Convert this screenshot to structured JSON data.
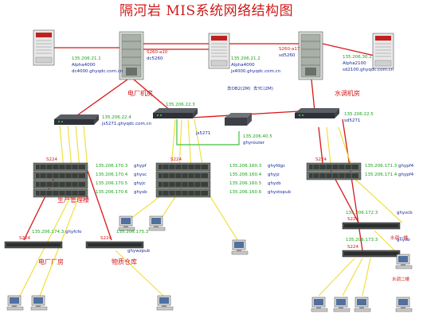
{
  "title": "隔河岩 MIS系统网络结构图",
  "rooms": {
    "power_room": "电厂机房",
    "hvac_room": "水调机房",
    "production_building": "生产管理楼",
    "plant_room": "电厂厂房",
    "warehouse": "物质仓库",
    "hvac_floor1": "水调一楼",
    "hvac_floor2": "水调二楼"
  },
  "servers": {
    "alpha1": {
      "ip": "135.206.21.1",
      "model": "Alpha4000",
      "host": "dc4000.ghyqdc.com.cn"
    },
    "s260_left": {
      "label": "S260-a10",
      "name": "dc5260"
    },
    "alpha2": {
      "ip": "135.206.21.2",
      "model": "Alpha4000",
      "host": "js4000.ghyqdc.com.cn"
    },
    "s260_right": {
      "label": "S260-a17",
      "name": "sd5260"
    },
    "alpha3": {
      "ip": "135.206.30.2",
      "model": "Alpha2100",
      "host": "sd2100.ghyqdc.com.cn"
    }
  },
  "switches": {
    "core_left": {
      "ip": "135.206.22.4",
      "name": "js5271.ghyqdc.com.cn"
    },
    "core_mid": {
      "ip": "135.206.22.3",
      "name": "js5271"
    },
    "core_right": {
      "ip": "135.206.22.5",
      "name": "sd5271"
    },
    "router": {
      "ip": "135.206.40.5",
      "name": "ghyrouter",
      "link_a": "去OB2(2M)",
      "link_b": "去YC(2M)"
    }
  },
  "hubs": {
    "s224": "S224",
    "prod_hub_labels": [
      "135.206.170.3",
      "135.206.170.4",
      "135.206.170.5",
      "135.206.170.6"
    ],
    "prod_hub_names": [
      "ghypf",
      "ghysc",
      "ghyjc",
      "ghysb"
    ],
    "mid_hub_labels": [
      "135.206.160.3",
      "135.206.160.4",
      "135.206.160.5",
      "135.206.160.6"
    ],
    "mid_hub_names": [
      "ghyfdgc",
      "ghyjz",
      "ghyzb",
      "ghystopub"
    ],
    "right_hub_labels": [
      "135.206.171.3",
      "135.206.171.4"
    ],
    "right_hub_names": [
      "ghypf4",
      "ghypf4"
    ],
    "floor1_hub": {
      "ip": "135.206.172.3",
      "name": "ghyscb"
    },
    "floor2_hub": {
      "ip": "135.206.173.3",
      "name": "ghysb"
    },
    "plant_hub": {
      "ip": "135.206.174.3",
      "name": "ghyfcfo"
    },
    "warehouse_hub": {
      "ip": "135.206.175.3",
      "name": "ghywzpub"
    }
  },
  "colors": {
    "red_link": "#d81818",
    "yellow_link": "#f0e040",
    "green_link": "#40c040"
  }
}
